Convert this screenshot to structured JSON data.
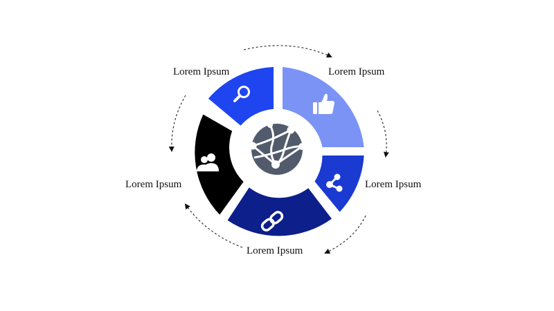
{
  "segments": [
    {
      "label": "Lorem Ipsum",
      "color": "#1f45f0",
      "icon": "search-icon"
    },
    {
      "label": "Lorem Ipsum",
      "color": "#7b93f5",
      "icon": "thumbs-up-icon"
    },
    {
      "label": "Lorem Ipsum",
      "color": "#1a3ad2",
      "icon": "share-icon"
    },
    {
      "label": "Lorem Ipsum",
      "color": "#0d1f8a",
      "icon": "link-icon"
    },
    {
      "label": "Lorem Ipsum",
      "color": "#000000",
      "icon": "users-icon"
    }
  ],
  "center": {
    "icon": "globe-network-icon",
    "color": "#525b6b"
  }
}
